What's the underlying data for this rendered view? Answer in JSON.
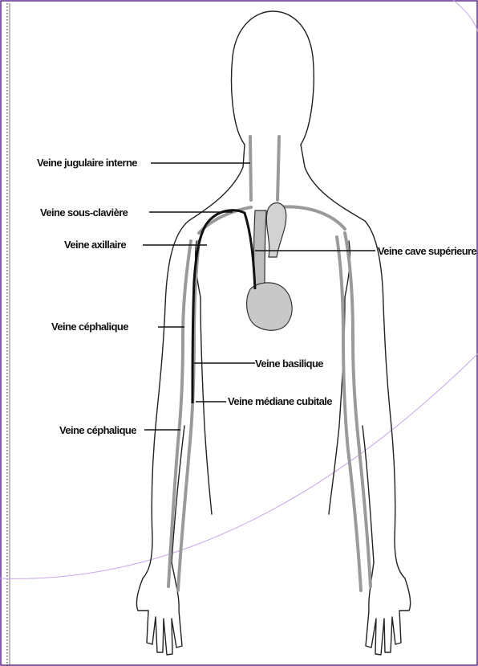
{
  "labels": {
    "jugulaire_interne": "Veine jugulaire interne",
    "sous_claviere": "Veine sous-clavière",
    "axillaire": "Veine axillaire",
    "cave_superieure": "Veine cave supérieure",
    "cephalique_haut": "Veine céphalique",
    "basilique": "Veine basilique",
    "mediane_cubitale": "Veine médiane cubitale",
    "cephalique_bas": "Veine céphalique"
  },
  "colors": {
    "frame_border": "#5b2a8c",
    "outline": "#222222",
    "vein_fill": "#cfcfcf",
    "heart_fill": "#c8c8c8",
    "highlight_vein": "#111111",
    "decorative_arc": "#c8a7e8"
  },
  "icons": {
    "figure": "human-upper-body-vein-diagram"
  }
}
